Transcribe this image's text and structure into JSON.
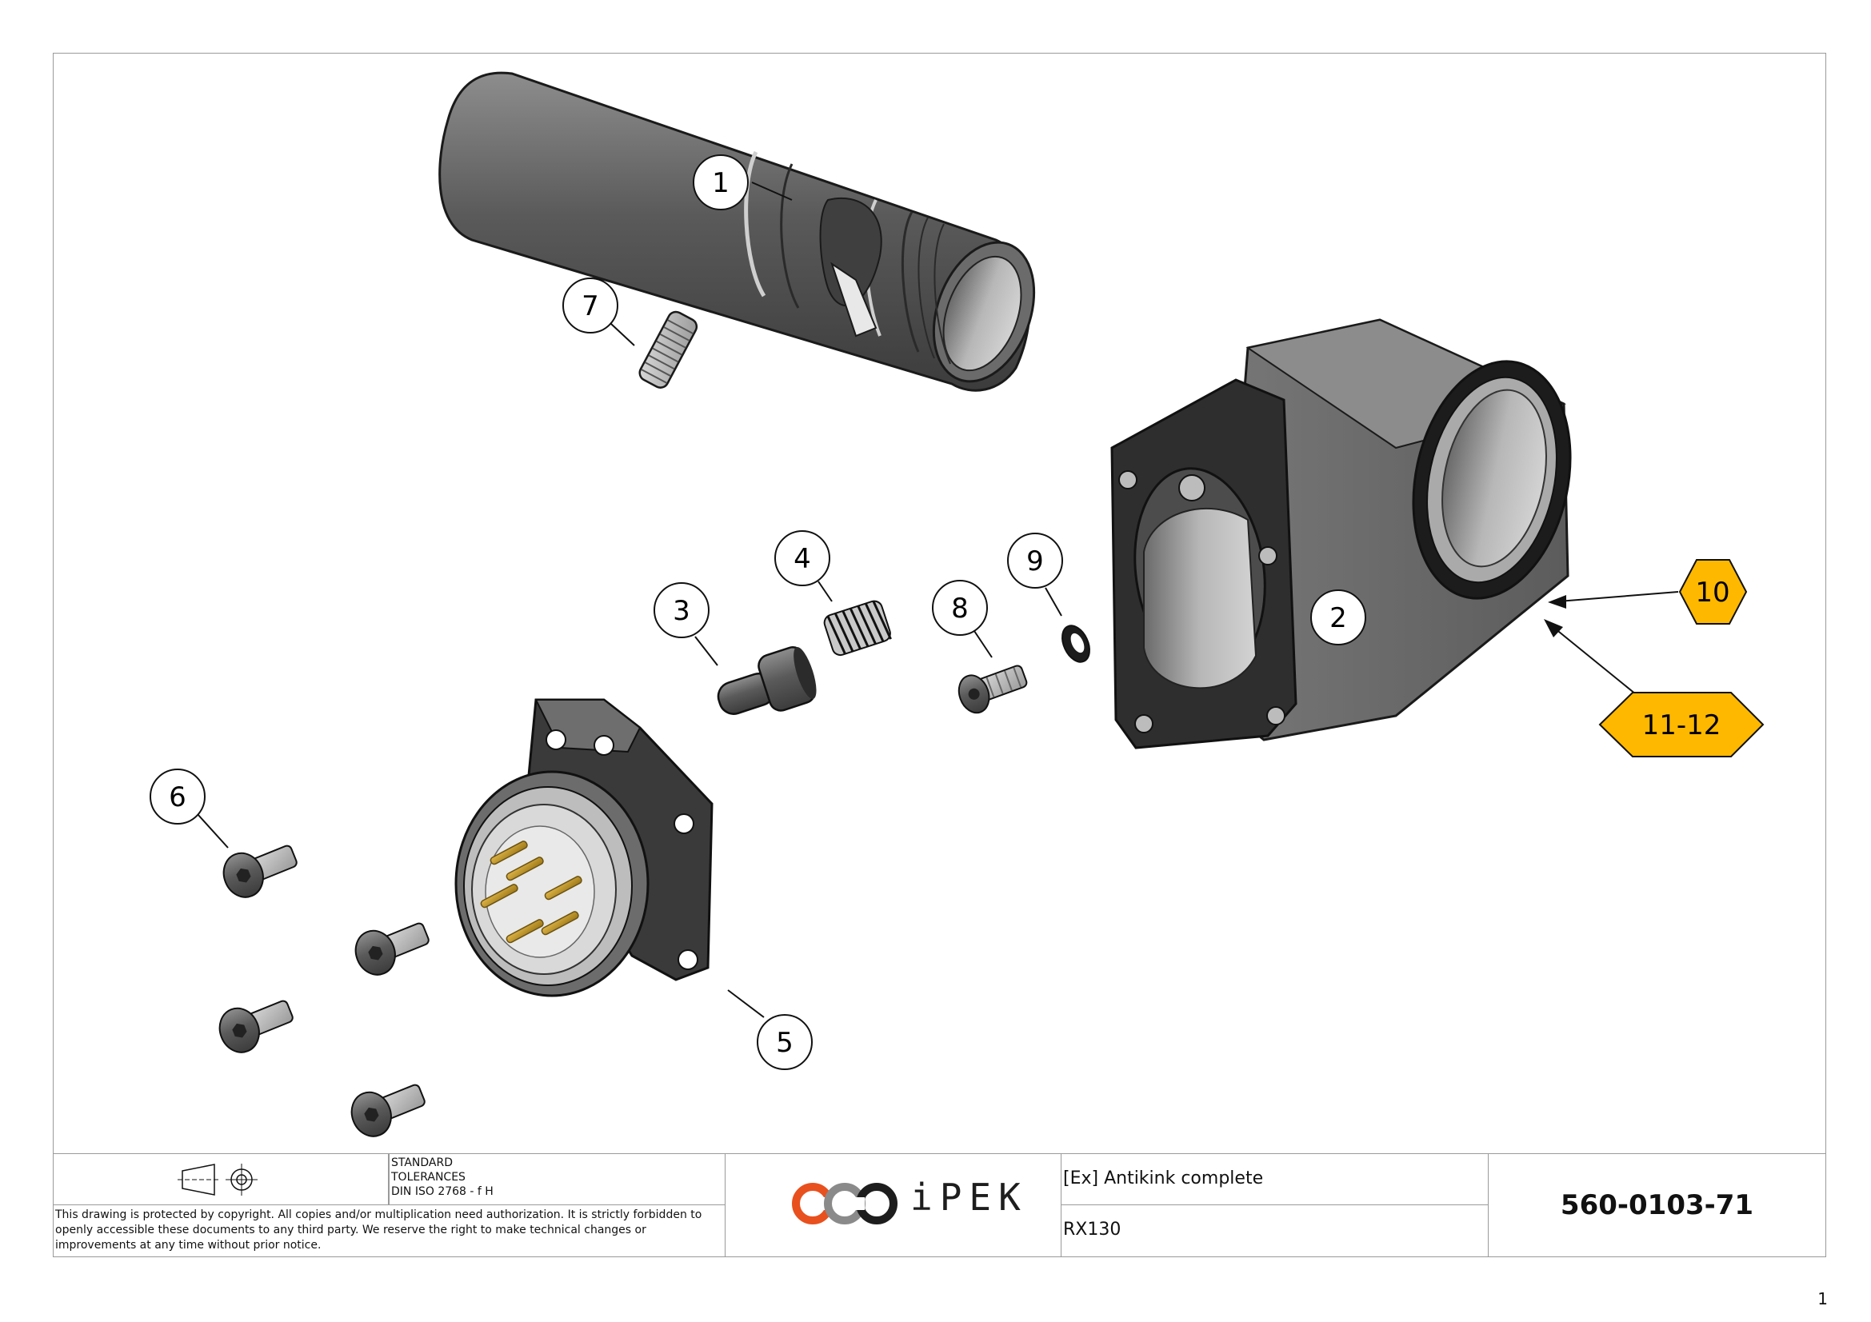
{
  "balloons": [
    {
      "label": "1",
      "part": "body"
    },
    {
      "label": "2",
      "part": "housing"
    },
    {
      "label": "3",
      "part": "pin"
    },
    {
      "label": "4",
      "part": "spring"
    },
    {
      "label": "5",
      "part": "connector"
    },
    {
      "label": "6",
      "part": "screws"
    },
    {
      "label": "7",
      "part": "set-screw"
    },
    {
      "label": "8",
      "part": "flange-screw"
    },
    {
      "label": "9",
      "part": "washer"
    }
  ],
  "hex_callouts": [
    {
      "label": "10",
      "color": "#FFB800"
    },
    {
      "label": "11-12",
      "color": "#FFB800"
    }
  ],
  "title_block": {
    "standard_lines": [
      "STANDARD",
      "TOLERANCES",
      "DIN ISO 2768 - f H"
    ],
    "copyright_lines": [
      "This drawing is protected by copyright. All copies and/or multiplication need authorization. It is strictly forbidden to",
      "openly accessible these documents to any third party. We reserve the right to make technical changes or",
      "improvements at any time without prior notice."
    ],
    "logo_text": "iPEK",
    "title": "[Ex] Antikink complete",
    "subtitle": "RX130",
    "drawing_number": "560-0103-71"
  },
  "page_number": "1",
  "colors": {
    "frame": "#9a9a9a",
    "callout_fill": "#FFB800",
    "logo_orange": "#E8501E",
    "logo_grey": "#8a8a8a",
    "logo_dark": "#1d1d1d"
  }
}
